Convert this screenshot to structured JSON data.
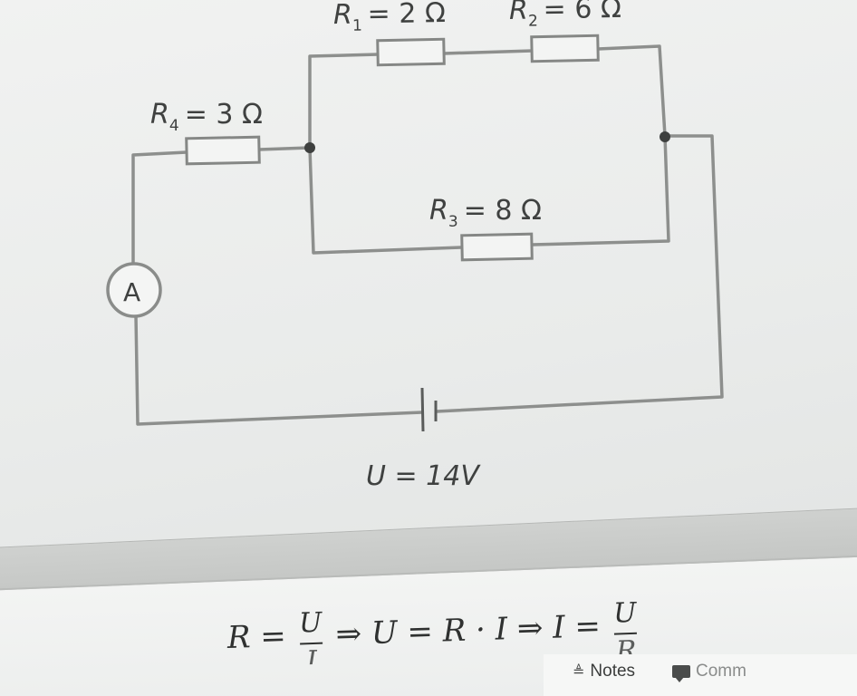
{
  "circuit": {
    "r1_label": {
      "sym": "R",
      "sub": "1",
      "val": "= 2 Ω"
    },
    "r2_label": {
      "sym": "R",
      "sub": "2",
      "val": "= 6 Ω"
    },
    "r3_label": {
      "sym": "R",
      "sub": "3",
      "val": "= 8 Ω"
    },
    "r4_label": {
      "sym": "R",
      "sub": "4",
      "val": "= 3 Ω"
    },
    "ammeter": "A",
    "voltage_label": "U = 14V"
  },
  "formula": {
    "part1_lhs": "R =",
    "frac1_num": "U",
    "frac1_den": "I",
    "part2": "⇒ U = R · I ⇒ I =",
    "frac2_num": "U",
    "frac2_den": "R"
  },
  "statusbar": {
    "notes_label": "Notes",
    "comments_label": "Comm"
  }
}
